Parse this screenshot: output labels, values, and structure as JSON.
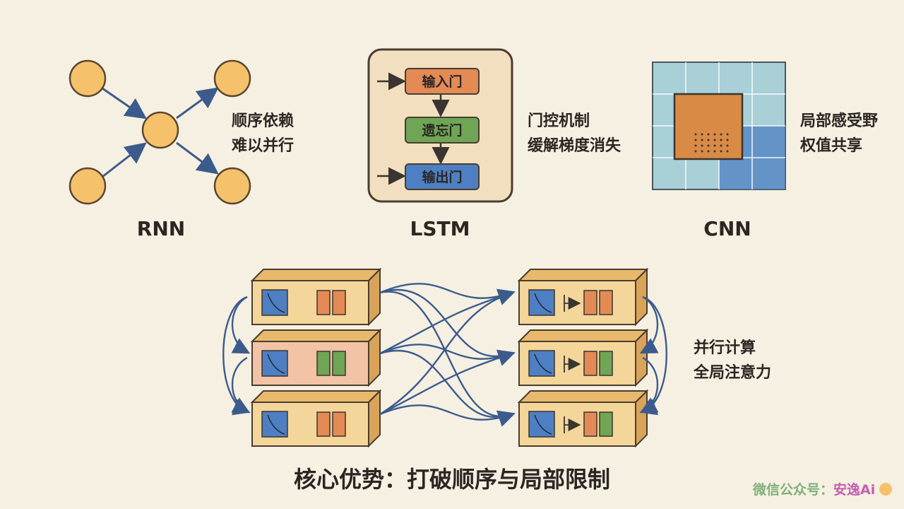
{
  "rnn": {
    "label": "RNN",
    "desc_line1": "顺序依赖",
    "desc_line2": "难以并行"
  },
  "lstm": {
    "label": "LSTM",
    "gates": [
      "输入门",
      "遗忘门",
      "输出门"
    ],
    "desc_line1": "门控机制",
    "desc_line2": "缓解梯度消失"
  },
  "cnn": {
    "label": "CNN",
    "desc_line1": "局部感受野",
    "desc_line2": "权值共享"
  },
  "transformer": {
    "desc_line1": "并行计算",
    "desc_line2": "全局注意力",
    "title": "核心优势：打破顺序与局部限制"
  },
  "watermark": {
    "prefix": "微信公众号：",
    "name": "安逸Ai"
  },
  "colors": {
    "node": "#f5c26b",
    "arrow": "#3b5b8c",
    "gate_input": "#e38a55",
    "gate_forget": "#6fa555",
    "gate_output": "#4d7fc2",
    "cnn_grid": "#a9cfd7",
    "cnn_kernel": "#d98a45",
    "watermark_prefix": "#7fb07a",
    "watermark_name": "#c45fb0"
  }
}
